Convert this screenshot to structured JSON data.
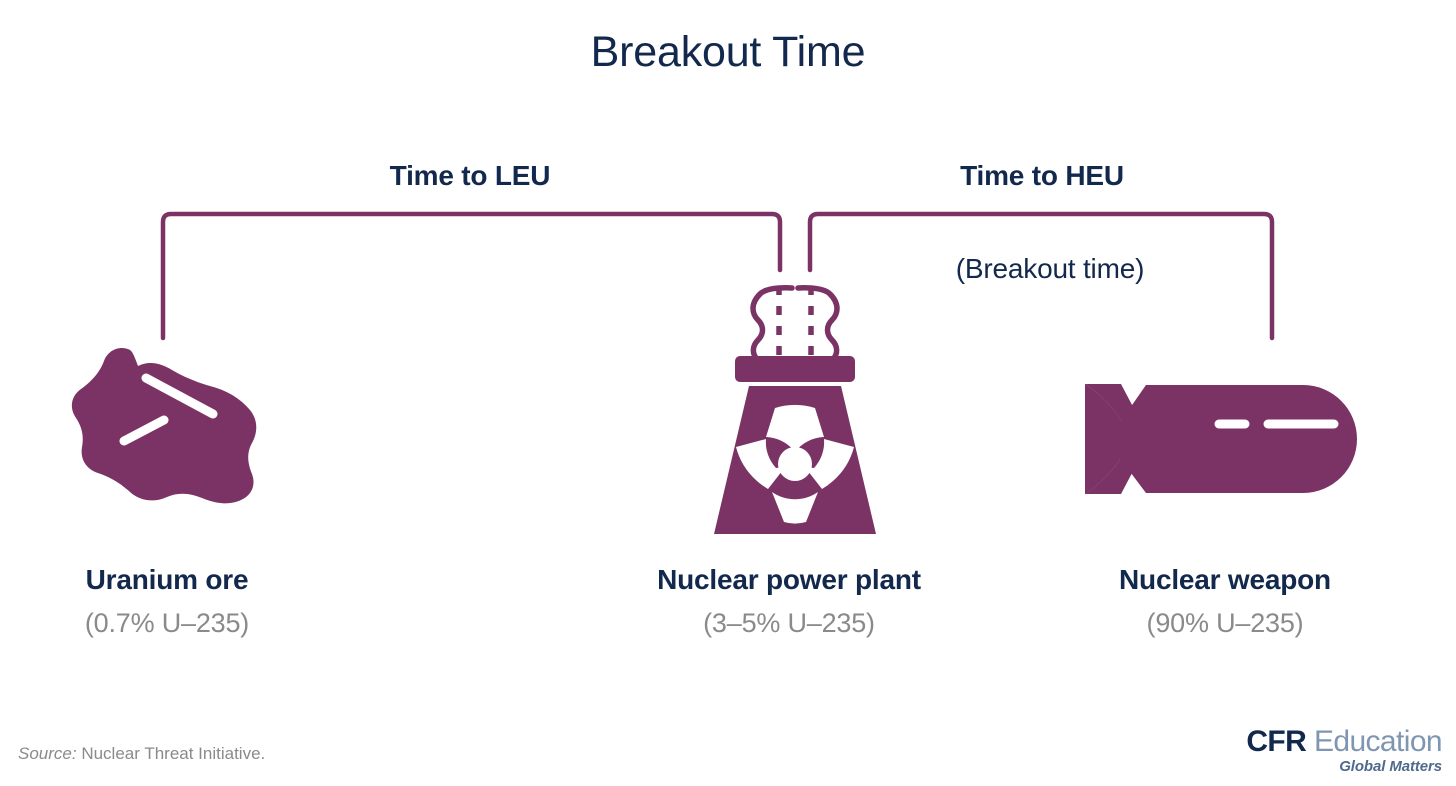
{
  "page": {
    "title": "Breakout Time",
    "background_color": "#ffffff",
    "accent_purple": "#7b3365",
    "navy": "#12284c",
    "gray": "#8a8a8a"
  },
  "brackets": [
    {
      "id": "leu",
      "label": "Time to LEU",
      "note": null
    },
    {
      "id": "heu",
      "label": "Time to HEU",
      "note": "(Breakout time)"
    }
  ],
  "stages": [
    {
      "id": "uranium-ore",
      "name": "Uranium ore",
      "enrichment": "(0.7% U–235)",
      "icon": "uranium-ore-icon"
    },
    {
      "id": "nuclear-power-plant",
      "name": "Nuclear power plant",
      "enrichment": "(3–5% U–235)",
      "icon": "nuclear-power-plant-icon"
    },
    {
      "id": "nuclear-weapon",
      "name": "Nuclear weapon",
      "enrichment": "(90% U–235)",
      "icon": "nuclear-weapon-icon"
    }
  ],
  "footer": {
    "source_key": "Source:",
    "source_value": "Nuclear Threat Initiative.",
    "logo_primary": "CFR",
    "logo_secondary": "Education",
    "logo_tagline": "Global Matters"
  },
  "chart_data": {
    "type": "diagram",
    "title": "Breakout Time",
    "nodes": [
      {
        "label": "Uranium ore",
        "value": "0.7% U–235"
      },
      {
        "label": "Nuclear power plant",
        "value": "3–5% U–235"
      },
      {
        "label": "Nuclear weapon",
        "value": "90% U–235"
      }
    ],
    "spans": [
      {
        "label": "Time to LEU",
        "from": "Uranium ore",
        "to": "Nuclear power plant"
      },
      {
        "label": "Time to HEU",
        "from": "Nuclear power plant",
        "to": "Nuclear weapon",
        "note": "(Breakout time)"
      }
    ]
  }
}
